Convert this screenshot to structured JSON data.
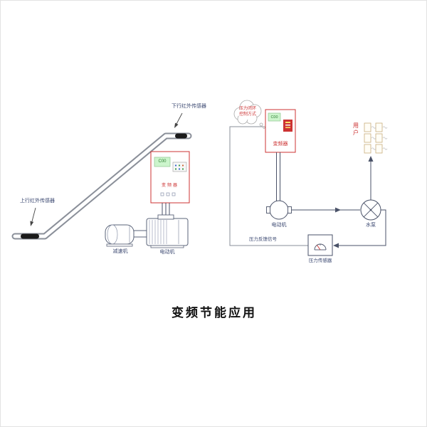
{
  "title": "变频节能应用",
  "escalator": {
    "sensor_down_label": "下行红外传感器",
    "sensor_up_label": "上行红外传感器",
    "reducer_label": "减速机",
    "motor_label": "电动机",
    "inverter_display": "C00",
    "inverter_label": "变频器"
  },
  "pump_system": {
    "cloud_line1": "压力闭环",
    "cloud_line2": "控制方式",
    "inverter_display": "C00",
    "inverter_label": "变频器",
    "motor_label": "电动机",
    "pump_label": "水泵",
    "user_label": "用户",
    "feedback_label": "压力反馈信号",
    "pressure_sensor_label": "压力传感器"
  },
  "colors": {
    "inverter_border_red": "#cc3333",
    "display_green_bg": "#ccf5cc",
    "display_green_text": "#2e7d32",
    "label_text": "#3a4770",
    "red_text": "#cc3333",
    "line_color": "#4a5268",
    "escalator_gray": "#8a8f99",
    "title_color": "#111111"
  }
}
